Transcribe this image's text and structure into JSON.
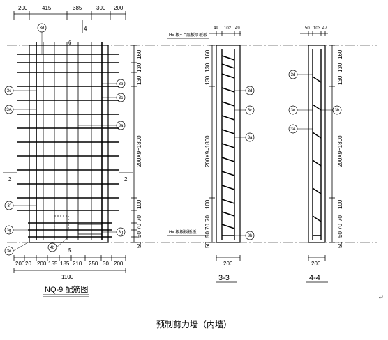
{
  "views": {
    "elevation": {
      "title": "NQ-9 配筋图",
      "top_dims": [
        "200",
        "415",
        "385",
        "300",
        "200"
      ],
      "bottom_dims": [
        "200",
        "20",
        "200",
        "155",
        "185",
        "210",
        "250",
        "30",
        "200"
      ],
      "total_width": "1100",
      "side_dims": [
        "160",
        "130",
        "130",
        "200X9=1800",
        "100",
        "70",
        "70",
        "50",
        "50"
      ],
      "section_marks": {
        "top": "4",
        "top_small": "6",
        "left": "2",
        "right": "2",
        "bottom_small": "5"
      },
      "callouts": [
        "3d",
        "3b",
        "3c",
        "3c",
        "3A",
        "3a",
        "3f",
        "3g",
        "3g",
        "3e",
        "4b"
      ]
    },
    "section_3_3": {
      "title": "3-3",
      "top_dims": [
        "49",
        "102",
        "49"
      ],
      "bottom_dim": "200",
      "side_dims": [
        "160",
        "130",
        "130",
        "200X9=1800",
        "100",
        "70",
        "70",
        "50",
        "50"
      ],
      "callouts": [
        "3d",
        "3c",
        "3a",
        "3b"
      ],
      "top_level_note": "H= 板+上层板厚板板",
      "bottom_level_note": "H= 板板板板板"
    },
    "section_4_4": {
      "title": "4-4",
      "top_dims": [
        "50",
        "103",
        "47"
      ],
      "bottom_dim": "200",
      "side_dims": [
        "160",
        "130",
        "130",
        "200X9=1800",
        "100",
        "70",
        "70",
        "50",
        "50"
      ],
      "callouts": [
        "3d",
        "3e",
        "3b",
        "3A"
      ]
    }
  },
  "caption": "预制剪力墙（内墙）",
  "return_mark": "↵"
}
